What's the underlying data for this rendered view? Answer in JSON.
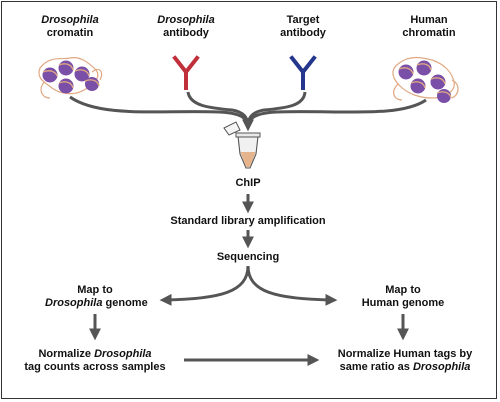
{
  "labels": {
    "dros_chromatin": {
      "line1": "Drosophila",
      "line2": "cromatin"
    },
    "dros_antibody": {
      "line1": "Drosophila",
      "line2": "antibody"
    },
    "target_antibody": {
      "line1": "Target",
      "line2": "antibody"
    },
    "human_chromatin": {
      "line1": "Human",
      "line2": "chromatin"
    },
    "chip": "ChIP",
    "library": "Standard library amplification",
    "sequencing": "Sequencing",
    "map_dros": {
      "line1": "Map to",
      "line2_italic": "Drosophila",
      "line2_rest": " genome"
    },
    "map_human": {
      "line1": "Map to",
      "line2": "Human genome"
    },
    "normalize_dros": {
      "line1_prefix": "Normalize ",
      "line1_italic": "Drosophila",
      "line2": "tag counts across samples"
    },
    "normalize_human": {
      "line1": "Normalize Human tags by",
      "line2_prefix": "same ratio as ",
      "line2_italic": "Drosophila"
    }
  },
  "colors": {
    "arrow": "#555555",
    "nucleosome": "#7a4fa8",
    "dna_strand": "#e0a882",
    "dros_antibody": "#c0303a",
    "target_antibody": "#24378c",
    "tube": "#f1f1f1",
    "tube_liquid": "#e6b48c"
  },
  "icons": [
    "drosophila-chromatin-icon",
    "drosophila-antibody-icon",
    "target-antibody-icon",
    "human-chromatin-icon",
    "microcentrifuge-tube-icon"
  ]
}
